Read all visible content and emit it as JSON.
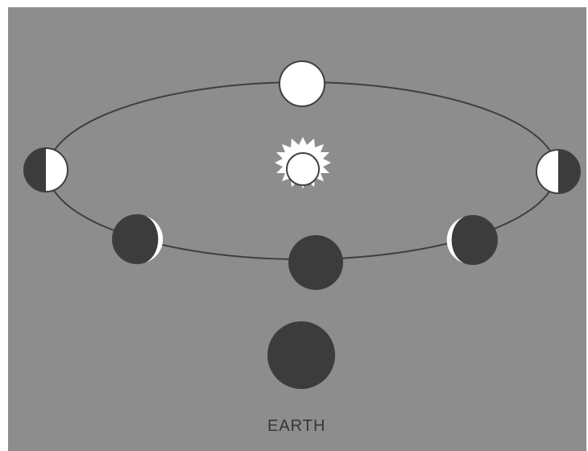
{
  "labels": {
    "earth": "EARTH"
  },
  "colors": {
    "background": "#8d8d8d",
    "dark_body": "#3c3c3c",
    "light_body": "#ffffff",
    "orbit": "#3f3f3f"
  },
  "moon_phases": [
    "full",
    "first-quarter-left",
    "last-quarter-right",
    "waxing-crescent-left",
    "new",
    "waning-crescent-right"
  ],
  "icons": {
    "sun": "sun-icon",
    "earth": "earth-icon"
  }
}
